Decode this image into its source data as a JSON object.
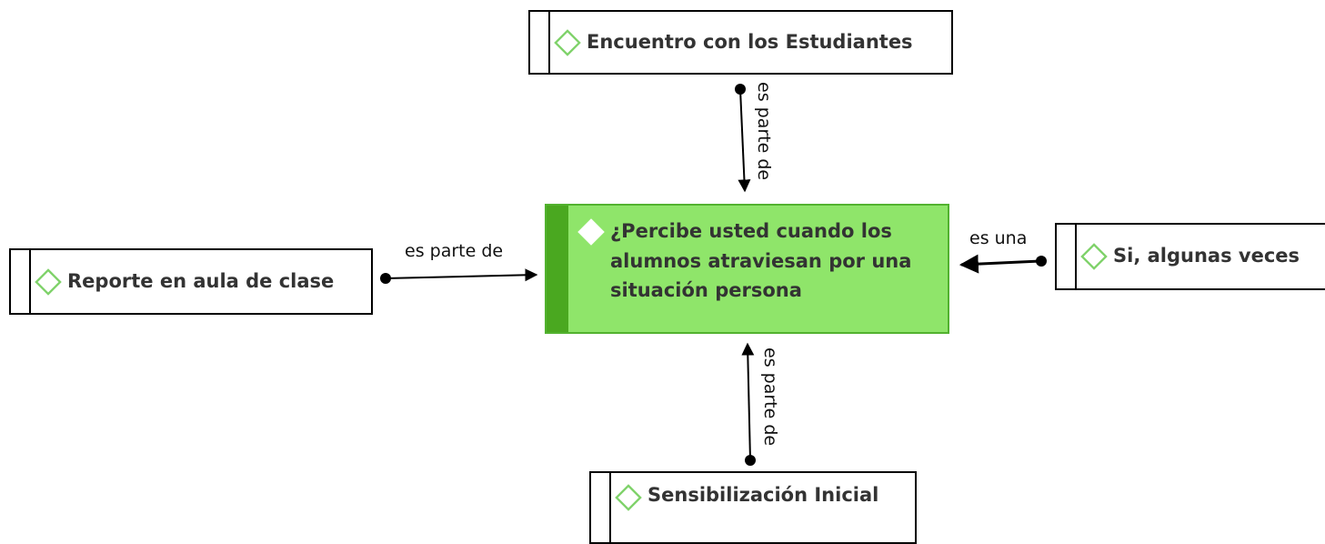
{
  "nodes": {
    "top": "Encuentro con los Estudiantes",
    "left": "Reporte en aula de clase",
    "center": "¿Percibe usted cuando los alumnos atraviesan por una situación persona",
    "right": "Si, algunas veces",
    "bottom": "Sensibilización Inicial"
  },
  "edges": {
    "top": "es parte de",
    "left": "es parte de",
    "right": "es una",
    "bottom": "es parte de"
  },
  "colors": {
    "main_fill": "#8fe56a",
    "main_bar": "#4aa820",
    "main_border": "#52b22f",
    "diamond_stroke": "#7fd26a"
  },
  "icons": {
    "node": "diamond-icon"
  }
}
